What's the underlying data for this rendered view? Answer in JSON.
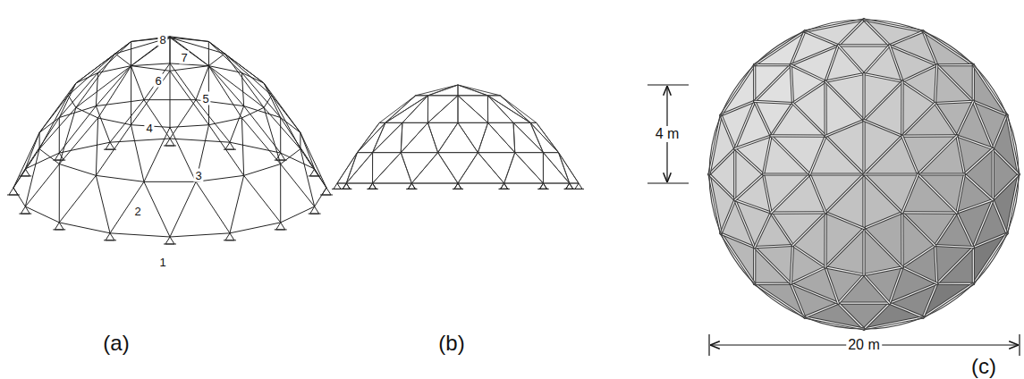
{
  "diagram": {
    "labels": [
      "1",
      "2",
      "3",
      "4",
      "5",
      "6",
      "7",
      "8",
      "(a)",
      "(b)",
      "(c)",
      "4 m",
      "20 m"
    ]
  }
}
